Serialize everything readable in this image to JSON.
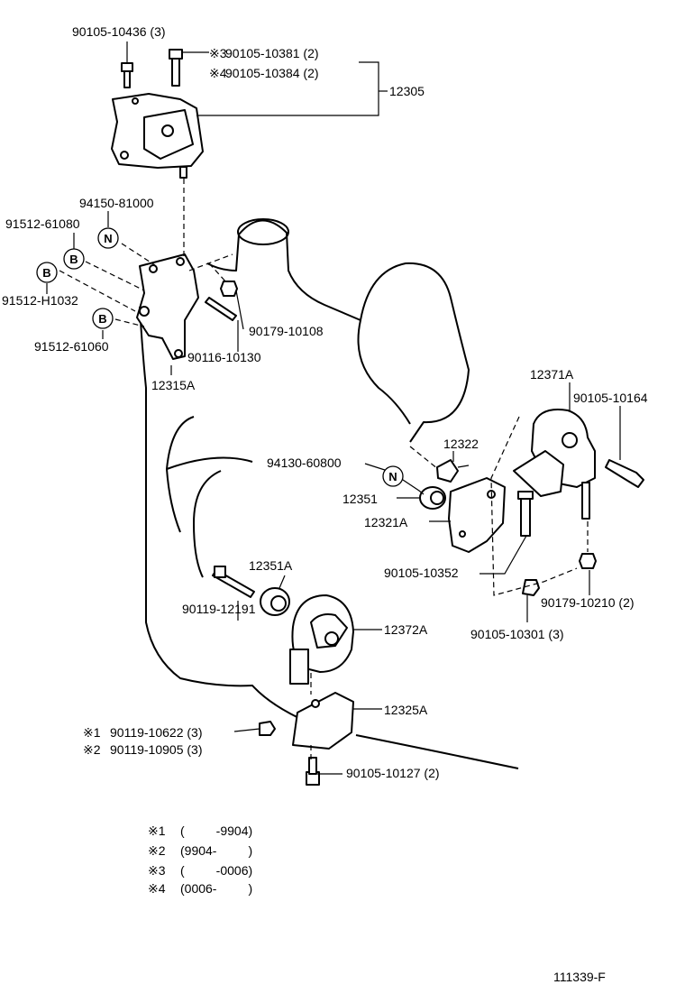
{
  "labels": {
    "p90105_10436": "90105-10436 (3)",
    "p90105_10381": "90105-10381 (2)",
    "p90105_10384": "90105-10384 (2)",
    "p12305": "12305",
    "p94150_81000": "94150-81000",
    "p91512_61080": "91512-61080",
    "p91512_H1032": "91512-H1032",
    "p91512_61060": "91512-61060",
    "p90179_10108": "90179-10108",
    "p90116_10130": "90116-10130",
    "p12315A": "12315A",
    "p12371A": "12371A",
    "p90105_10164": "90105-10164",
    "p12322": "12322",
    "p94130_60800": "94130-60800",
    "p12351": "12351",
    "p12321A": "12321A",
    "p90105_10352": "90105-10352",
    "p90179_10210": "90179-10210 (2)",
    "p90105_10301": "90105-10301 (3)",
    "p12351A": "12351A",
    "p90119_12191": "90119-12191",
    "p12372A": "12372A",
    "p12325A": "12325A",
    "p90119_10622": "90119-10622 (3)",
    "p90119_10905": "90119-10905 (3)",
    "p90105_10127": "90105-10127 (2)"
  },
  "markers": {
    "m1": "※1",
    "m2": "※2",
    "m3": "※3",
    "m4": "※4",
    "n": "N",
    "b": "B"
  },
  "notes": [
    {
      "mark": "※1",
      "text": "(         -9904)"
    },
    {
      "mark": "※2",
      "text": "(9904-         )"
    },
    {
      "mark": "※3",
      "text": "(         -0006)"
    },
    {
      "mark": "※4",
      "text": "(0006-         )"
    }
  ],
  "diagram_id": "111339-F"
}
